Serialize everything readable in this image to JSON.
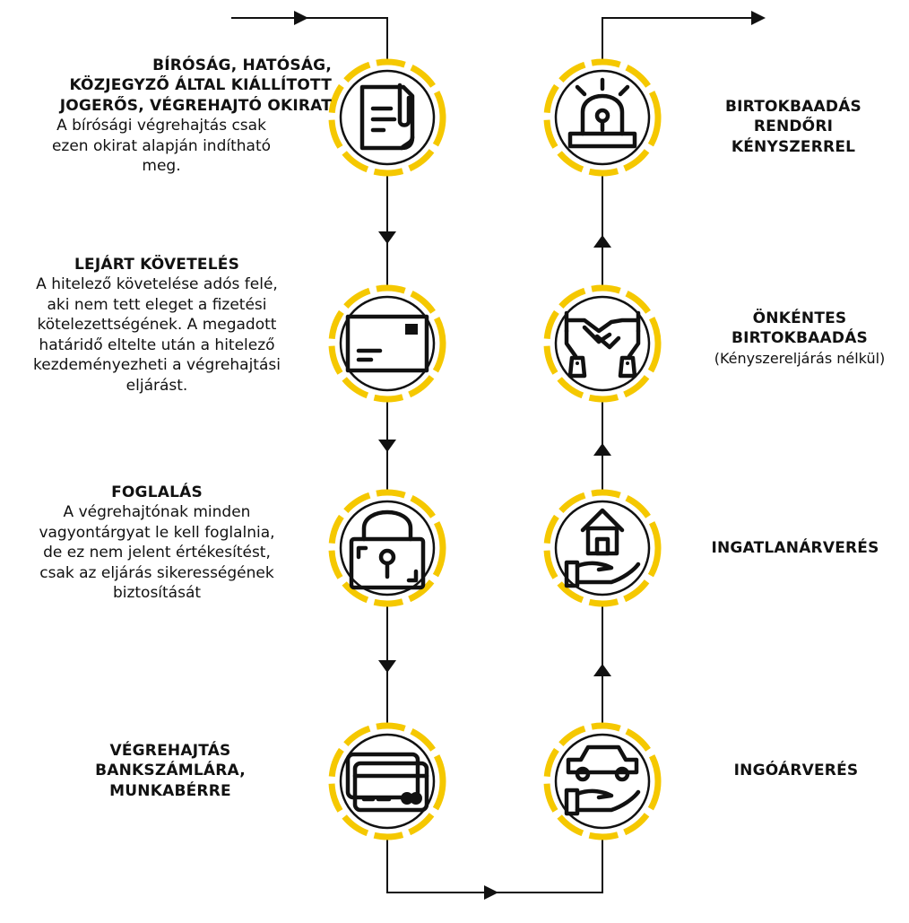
{
  "colors": {
    "accent": "#f5c800",
    "line": "#111111",
    "background": "#ffffff"
  },
  "steps": [
    {
      "id": "s1",
      "icon": "document-icon",
      "title": "BÍRÓSÁG, HATÓSÁG, KÖZJEGYZŐ ÁLTAL KIÁLLÍTOTT JOGERŐS, VÉGREHAJTÓ OKIRAT",
      "title_lines": [
        "BÍRÓSÁG, HATÓSÁG,",
        "KÖZJEGYZŐ ÁLTAL KIÁLLÍTOTT",
        "JOGERŐS, VÉGREHAJTÓ OKIRAT"
      ],
      "desc_lines": [
        "A bírósági végrehajtás csak",
        "ezen okirat alapján indítható",
        "meg."
      ]
    },
    {
      "id": "s2",
      "icon": "envelope-icon",
      "title_lines": [
        "LEJÁRT KÖVETELÉS"
      ],
      "desc_lines": [
        "A hitelező követelése adós felé,",
        "aki nem tett eleget a fizetési",
        "kötelezettségének. A megadott",
        "határidő eltelte után a hitelező",
        "kezdeményezheti a végrehajtási",
        "eljárást."
      ]
    },
    {
      "id": "s3",
      "icon": "padlock-icon",
      "title_lines": [
        "FOGLALÁS"
      ],
      "desc_lines": [
        "A végrehajtónak minden",
        "vagyontárgyat le kell foglalnia,",
        "de ez nem jelent értékesítést,",
        "csak az eljárás sikerességének",
        "biztosítását"
      ]
    },
    {
      "id": "s4",
      "icon": "credit-cards-icon",
      "title_lines": [
        "VÉGREHAJTÁS",
        "BANKSZÁMLÁRA,",
        "MUNKABÉRRE"
      ],
      "desc_lines": []
    },
    {
      "id": "s5",
      "icon": "car-in-hand-icon",
      "title_lines": [
        "INGÓÁRVERÉS"
      ],
      "desc_lines": []
    },
    {
      "id": "s6",
      "icon": "house-in-hand-icon",
      "title_lines": [
        "INGATLANÁRVERÉS"
      ],
      "desc_lines": []
    },
    {
      "id": "s7",
      "icon": "handshake-tags-icon",
      "title_lines": [
        "ÖNKÉNTES",
        "BIRTOKBAADÁS"
      ],
      "desc_lines": [
        "(Kényszereljárás nélkül)"
      ]
    },
    {
      "id": "s8",
      "icon": "siren-icon",
      "title_lines": [
        "BIRTOKBAADÁS",
        "RENDŐRI",
        "KÉNYSZERREL"
      ],
      "desc_lines": []
    }
  ]
}
